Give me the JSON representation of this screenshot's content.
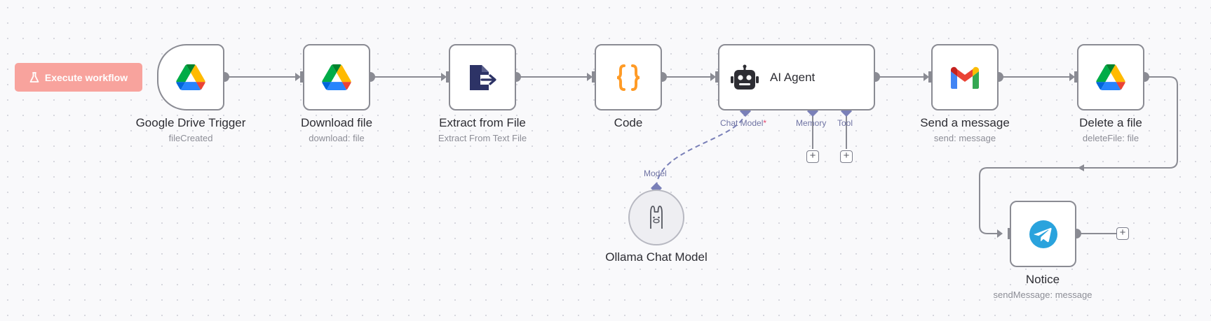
{
  "execute_button": {
    "label": "Execute workflow",
    "icon": "flask-icon"
  },
  "nodes": [
    {
      "id": "google-drive-trigger",
      "title": "Google Drive Trigger",
      "subtitle": "fileCreated",
      "icon": "google-drive-icon"
    },
    {
      "id": "download-file",
      "title": "Download file",
      "subtitle": "download: file",
      "icon": "google-drive-icon"
    },
    {
      "id": "extract-from-file",
      "title": "Extract from File",
      "subtitle": "Extract From Text File",
      "icon": "file-export-icon"
    },
    {
      "id": "code",
      "title": "Code",
      "subtitle": "",
      "icon": "code-braces-icon"
    },
    {
      "id": "ai-agent",
      "title": "AI Agent",
      "subtitle": "",
      "icon": "robot-icon"
    },
    {
      "id": "send-message",
      "title": "Send a message",
      "subtitle": "send: message",
      "icon": "gmail-icon"
    },
    {
      "id": "delete-file",
      "title": "Delete a file",
      "subtitle": "deleteFile: file",
      "icon": "google-drive-icon"
    },
    {
      "id": "notice",
      "title": "Notice",
      "subtitle": "sendMessage: message",
      "icon": "telegram-icon"
    },
    {
      "id": "ollama-chat-model",
      "title": "Ollama Chat Model",
      "subtitle": "",
      "icon": "ollama-llama-icon"
    }
  ],
  "agent_ports": {
    "chat_model": "Chat Model",
    "required_mark": "*",
    "memory": "Memory",
    "tool": "Tool"
  },
  "model_port": {
    "label": "Model"
  },
  "plus_symbol": "+",
  "colors": {
    "canvas_bg": "#f9f9fb",
    "node_border": "#8a8b93",
    "connection": "#8a8b93",
    "ai_connection": "#7a80b8",
    "execute_button": "#f8a39d",
    "required": "#e4466b"
  }
}
